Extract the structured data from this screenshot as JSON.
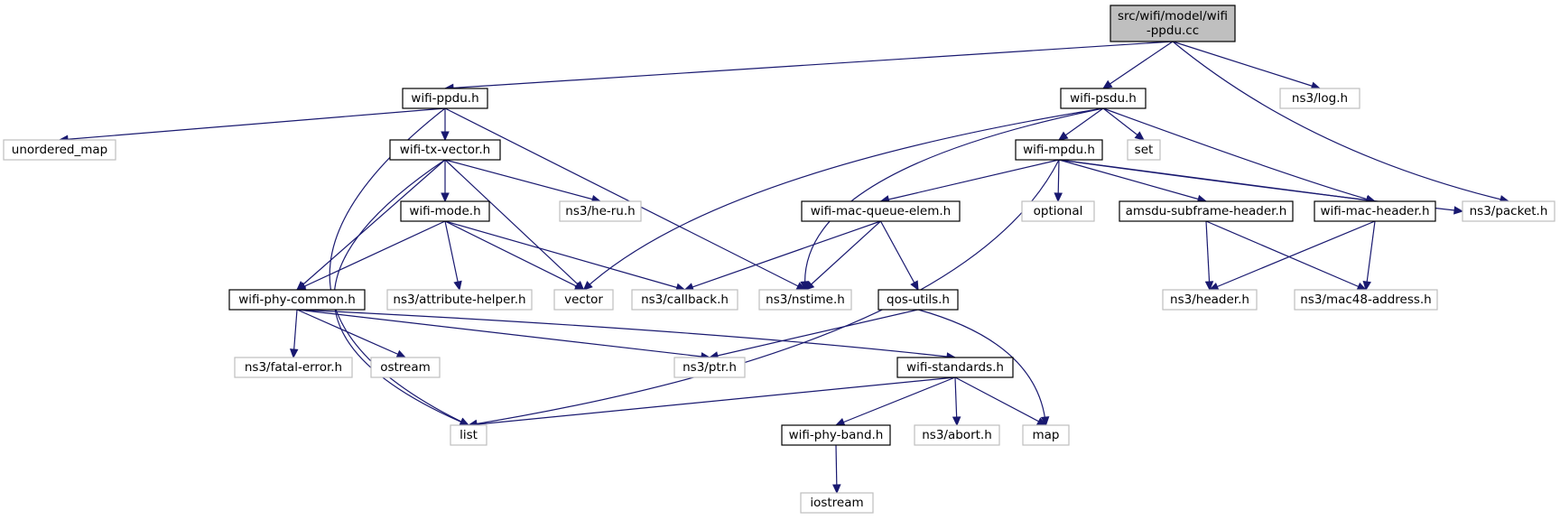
{
  "diagram": {
    "type": "include-dependency-graph",
    "colors": {
      "edge": "#191970",
      "root_fill": "#bfbfbf",
      "external_border": "#bfbfbf"
    },
    "nodes": [
      {
        "id": "root",
        "lines": [
          "src/wifi/model/wifi",
          "-ppdu.cc"
        ],
        "kind": "root"
      },
      {
        "id": "wifi-ppdu",
        "lines": [
          "wifi-ppdu.h"
        ],
        "kind": "header"
      },
      {
        "id": "wifi-psdu",
        "lines": [
          "wifi-psdu.h"
        ],
        "kind": "header"
      },
      {
        "id": "ns3-log",
        "lines": [
          "ns3/log.h"
        ],
        "kind": "external"
      },
      {
        "id": "unordered-map",
        "lines": [
          "unordered_map"
        ],
        "kind": "external"
      },
      {
        "id": "wifi-tx-vector",
        "lines": [
          "wifi-tx-vector.h"
        ],
        "kind": "header"
      },
      {
        "id": "wifi-mpdu",
        "lines": [
          "wifi-mpdu.h"
        ],
        "kind": "header"
      },
      {
        "id": "set",
        "lines": [
          "set"
        ],
        "kind": "external"
      },
      {
        "id": "wifi-mode",
        "lines": [
          "wifi-mode.h"
        ],
        "kind": "header"
      },
      {
        "id": "ns3-he-ru",
        "lines": [
          "ns3/he-ru.h"
        ],
        "kind": "external"
      },
      {
        "id": "wifi-mac-queue-elem",
        "lines": [
          "wifi-mac-queue-elem.h"
        ],
        "kind": "header"
      },
      {
        "id": "optional",
        "lines": [
          "optional"
        ],
        "kind": "external"
      },
      {
        "id": "amsdu-subframe-header",
        "lines": [
          "amsdu-subframe-header.h"
        ],
        "kind": "header"
      },
      {
        "id": "wifi-mac-header",
        "lines": [
          "wifi-mac-header.h"
        ],
        "kind": "header"
      },
      {
        "id": "ns3-packet",
        "lines": [
          "ns3/packet.h"
        ],
        "kind": "external"
      },
      {
        "id": "wifi-phy-common",
        "lines": [
          "wifi-phy-common.h"
        ],
        "kind": "header"
      },
      {
        "id": "ns3-attribute-helper",
        "lines": [
          "ns3/attribute-helper.h"
        ],
        "kind": "external"
      },
      {
        "id": "vector",
        "lines": [
          "vector"
        ],
        "kind": "external"
      },
      {
        "id": "ns3-callback",
        "lines": [
          "ns3/callback.h"
        ],
        "kind": "external"
      },
      {
        "id": "ns3-nstime",
        "lines": [
          "ns3/nstime.h"
        ],
        "kind": "external"
      },
      {
        "id": "qos-utils",
        "lines": [
          "qos-utils.h"
        ],
        "kind": "header"
      },
      {
        "id": "ns3-header",
        "lines": [
          "ns3/header.h"
        ],
        "kind": "external"
      },
      {
        "id": "ns3-mac48-address",
        "lines": [
          "ns3/mac48-address.h"
        ],
        "kind": "external"
      },
      {
        "id": "ns3-fatal-error",
        "lines": [
          "ns3/fatal-error.h"
        ],
        "kind": "external"
      },
      {
        "id": "ostream",
        "lines": [
          "ostream"
        ],
        "kind": "external"
      },
      {
        "id": "ns3-ptr",
        "lines": [
          "ns3/ptr.h"
        ],
        "kind": "external"
      },
      {
        "id": "wifi-standards",
        "lines": [
          "wifi-standards.h"
        ],
        "kind": "header"
      },
      {
        "id": "list",
        "lines": [
          "list"
        ],
        "kind": "external"
      },
      {
        "id": "wifi-phy-band",
        "lines": [
          "wifi-phy-band.h"
        ],
        "kind": "header"
      },
      {
        "id": "ns3-abort",
        "lines": [
          "ns3/abort.h"
        ],
        "kind": "external"
      },
      {
        "id": "map",
        "lines": [
          "map"
        ],
        "kind": "external"
      },
      {
        "id": "iostream",
        "lines": [
          "iostream"
        ],
        "kind": "external"
      }
    ],
    "edges": [
      [
        "root",
        "wifi-ppdu"
      ],
      [
        "root",
        "wifi-psdu"
      ],
      [
        "root",
        "ns3-log"
      ],
      [
        "root",
        "ns3-packet"
      ],
      [
        "wifi-ppdu",
        "unordered-map"
      ],
      [
        "wifi-ppdu",
        "wifi-tx-vector"
      ],
      [
        "wifi-ppdu",
        "list"
      ],
      [
        "wifi-ppdu",
        "ns3-nstime"
      ],
      [
        "wifi-psdu",
        "wifi-mpdu"
      ],
      [
        "wifi-psdu",
        "set"
      ],
      [
        "wifi-psdu",
        "wifi-mac-header"
      ],
      [
        "wifi-psdu",
        "vector"
      ],
      [
        "wifi-psdu",
        "ns3-nstime"
      ],
      [
        "wifi-tx-vector",
        "wifi-mode"
      ],
      [
        "wifi-tx-vector",
        "ns3-he-ru"
      ],
      [
        "wifi-tx-vector",
        "wifi-phy-common"
      ],
      [
        "wifi-tx-vector",
        "vector"
      ],
      [
        "wifi-tx-vector",
        "list"
      ],
      [
        "wifi-mpdu",
        "wifi-mac-queue-elem"
      ],
      [
        "wifi-mpdu",
        "optional"
      ],
      [
        "wifi-mpdu",
        "amsdu-subframe-header"
      ],
      [
        "wifi-mpdu",
        "wifi-mac-header"
      ],
      [
        "wifi-mpdu",
        "ns3-packet"
      ],
      [
        "wifi-mpdu",
        "list"
      ],
      [
        "wifi-mode",
        "wifi-phy-common"
      ],
      [
        "wifi-mode",
        "ns3-attribute-helper"
      ],
      [
        "wifi-mode",
        "vector"
      ],
      [
        "wifi-mode",
        "ns3-callback"
      ],
      [
        "wifi-mac-queue-elem",
        "ns3-callback"
      ],
      [
        "wifi-mac-queue-elem",
        "ns3-nstime"
      ],
      [
        "wifi-mac-queue-elem",
        "qos-utils"
      ],
      [
        "amsdu-subframe-header",
        "ns3-header"
      ],
      [
        "amsdu-subframe-header",
        "ns3-mac48-address"
      ],
      [
        "wifi-mac-header",
        "ns3-header"
      ],
      [
        "wifi-mac-header",
        "ns3-mac48-address"
      ],
      [
        "wifi-phy-common",
        "ns3-fatal-error"
      ],
      [
        "wifi-phy-common",
        "ostream"
      ],
      [
        "wifi-phy-common",
        "ns3-ptr"
      ],
      [
        "wifi-phy-common",
        "wifi-standards"
      ],
      [
        "qos-utils",
        "ns3-ptr"
      ],
      [
        "qos-utils",
        "map"
      ],
      [
        "wifi-standards",
        "list"
      ],
      [
        "wifi-standards",
        "wifi-phy-band"
      ],
      [
        "wifi-standards",
        "ns3-abort"
      ],
      [
        "wifi-standards",
        "map"
      ],
      [
        "wifi-phy-band",
        "iostream"
      ]
    ]
  }
}
